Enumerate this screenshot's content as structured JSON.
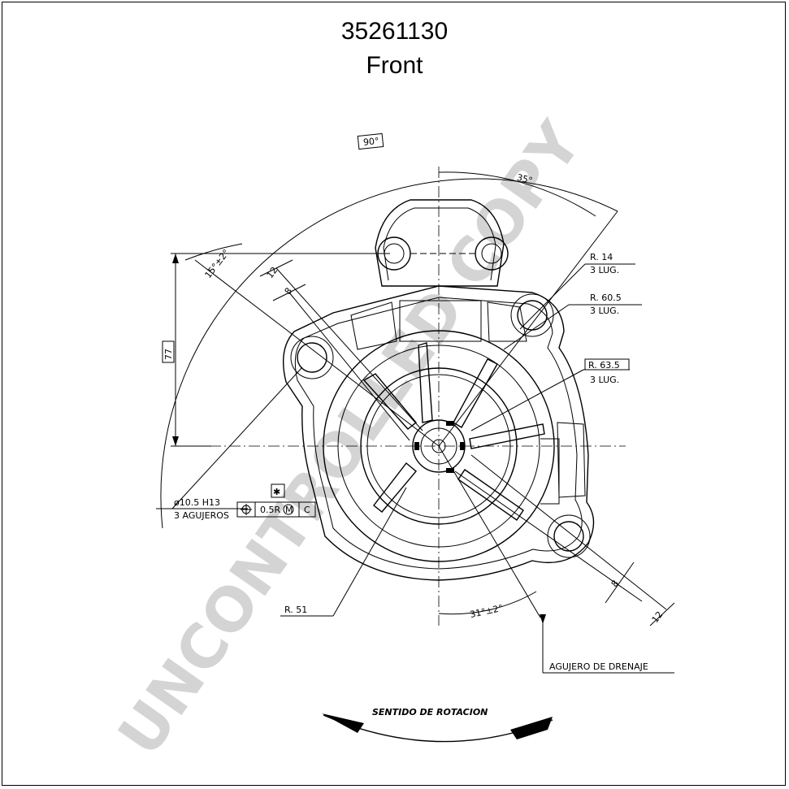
{
  "header": {
    "part_number": "35261130",
    "view": "Front"
  },
  "watermark": "UNCONTROLLED COPY",
  "dims": {
    "angle_90": "90°",
    "angle_35": "35°",
    "angle_15": "15°±2°",
    "d12_top": "12",
    "d8_top": "8",
    "d77": "77",
    "d8_bot": "8",
    "d12_bot": "12",
    "angle_31": "31°±2°"
  },
  "callouts": {
    "r14": "R. 14",
    "r14_lug": "3 LUG.",
    "r605": "R. 60.5",
    "r605_lug": "3 LUG.",
    "r635": "R. 63.5",
    "r635_lug": "3 LUG.",
    "hole_dia": "ø10.5  H13",
    "hole_count": "3 AGUJEROS",
    "tol_value": "0.5R",
    "tol_mod": "M",
    "tol_ref": "C",
    "tol_flag": "✱",
    "r51": "R. 51",
    "drain": "AGUJERO  DE  DRENAJE",
    "rotation": "SENTIDO  DE  ROTACION"
  }
}
